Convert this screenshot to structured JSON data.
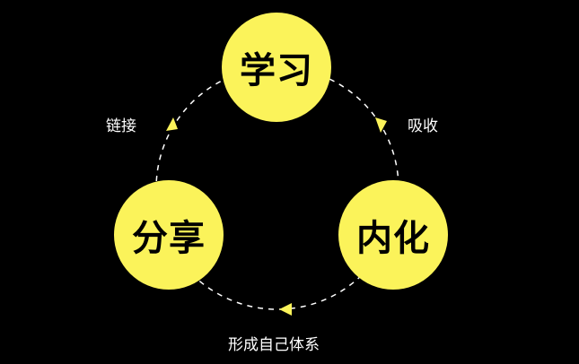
{
  "nodes": {
    "learn": "学习",
    "internalize": "内化",
    "share": "分享"
  },
  "edges": {
    "absorb": "吸收",
    "form_system": "形成自己体系",
    "link": "链接"
  },
  "colors": {
    "node": "#fbf35a",
    "background": "#000000",
    "line": "#ffffff"
  }
}
